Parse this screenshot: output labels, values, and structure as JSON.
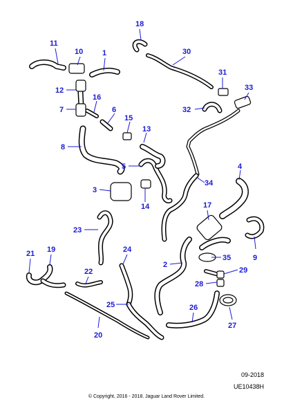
{
  "diagram": {
    "callouts": [
      "1",
      "2",
      "3",
      "4",
      "5",
      "6",
      "7",
      "8",
      "9",
      "10",
      "11",
      "12",
      "13",
      "14",
      "15",
      "16",
      "17",
      "18",
      "19",
      "20",
      "21",
      "22",
      "23",
      "24",
      "25",
      "26",
      "27",
      "28",
      "29",
      "30",
      "31",
      "32",
      "33",
      "34",
      "35"
    ]
  },
  "footer": {
    "date_code": "09-2018",
    "ref_code": "UE10438H",
    "copyright": "© Copyright, 2016 - 2018. Jaguar Land Rover Limited."
  },
  "colors": {
    "callout": "#1a1ad6",
    "hose": "#000000",
    "background": "#ffffff"
  }
}
